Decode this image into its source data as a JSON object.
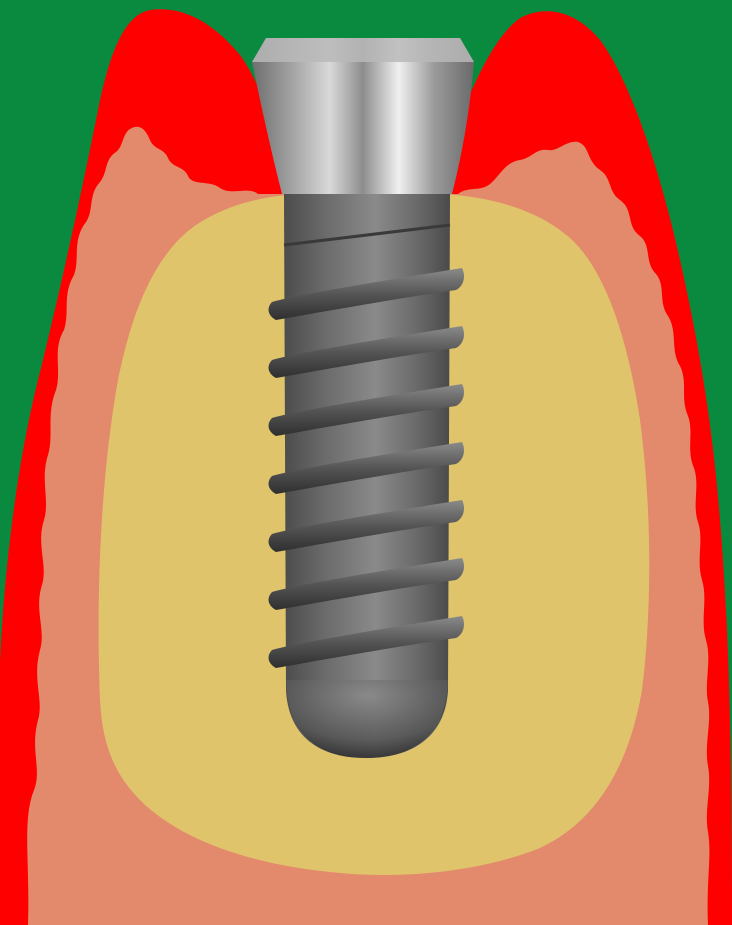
{
  "diagram": {
    "colors": {
      "background": "#0a8a3e",
      "soft_tissue": "#ff0000",
      "cortical_bone": "#e38a6c",
      "cancellous_bone": "#dfc46b",
      "implant_body": "#6d6d6d",
      "abutment": "#a9a9a9"
    },
    "layers": [
      {
        "id": "soft-tissue",
        "kind": "gingiva"
      },
      {
        "id": "cortical-bone",
        "kind": "bone-outer"
      },
      {
        "id": "cancellous-bone",
        "kind": "bone-inner"
      },
      {
        "id": "implant",
        "kind": "threaded-implant-with-abutment"
      }
    ],
    "implant": {
      "thread_count": 7
    }
  }
}
